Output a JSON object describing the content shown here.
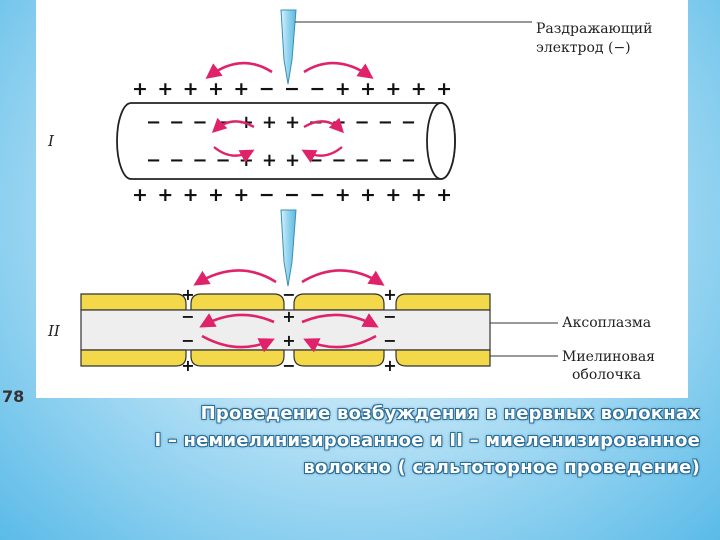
{
  "labels": {
    "electrode_line1": "Раздражающий",
    "electrode_line2": "электрод (−)",
    "axoplasm": "Аксоплазма",
    "myelin_line1": "Миелиновая",
    "myelin_line2": "оболочка",
    "fiber_1": "I",
    "fiber_2": "II",
    "corner_mark": "78"
  },
  "fiber_1_charges": {
    "top_outside": "+ + + + + − − − + + + + +",
    "top_inside": "− − − − + + + − − − − −",
    "bottom_inside": "− − − − + + + − − − − −",
    "bottom_outside": "+ + + + + − − − + + + + +"
  },
  "fiber_2_charges": {
    "node_top_outside": [
      "+",
      "−",
      "+"
    ],
    "node_top_inside": [
      "−",
      "+",
      "−"
    ],
    "node_bottom_inside": [
      "−",
      "+",
      "−"
    ],
    "node_bottom_outside": [
      "+",
      "−",
      "+"
    ]
  },
  "colors": {
    "arrow": "#e0226a",
    "electrode": "#8fd3ee",
    "myelin": "#f3d84a",
    "slide_bg": "#5bbbe8"
  },
  "caption": {
    "line1": "Проведение возбуждения в нервных волокнах",
    "line2": "I – немиелинизированное и II – миеленизированное",
    "line3": "волокно ( сальтоторное проведение)"
  }
}
